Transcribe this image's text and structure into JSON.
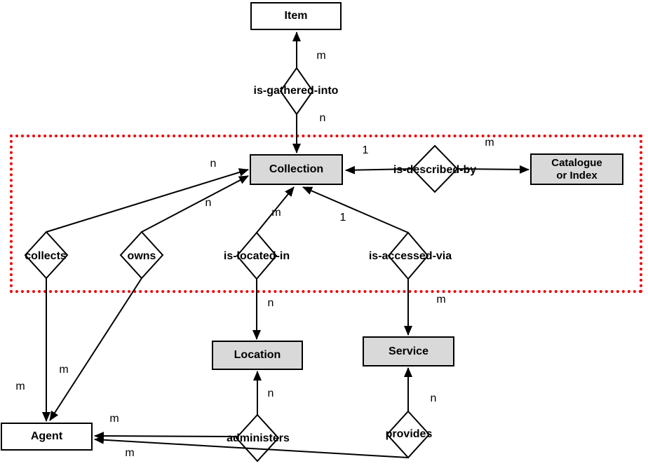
{
  "title": "Collection entity-relationship diagram",
  "colors": {
    "entity_shaded_fill": "#d9d9d9",
    "entity_plain_fill": "#ffffff",
    "line_color": "#000000",
    "scope_highlight": "#ee0000"
  },
  "entities": {
    "item": "Item",
    "collection": "Collection",
    "catalogue": "Catalogue\nor Index",
    "location": "Location",
    "service": "Service",
    "agent": "Agent"
  },
  "relationships": {
    "is_gathered_into": "is-gathered-into",
    "is_described_by": "is-described-by",
    "collects": "collects",
    "owns": "owns",
    "is_located_in": "is-located-in",
    "is_accessed_via": "is-accessed-via",
    "administers": "administers",
    "provides": "provides"
  },
  "cardinalities": {
    "item_gathered_m": "m",
    "gathered_collection_n": "n",
    "collects_collection_n": "n",
    "owns_collection_n": "n",
    "collection_described_1": "1",
    "described_catalogue_m": "m",
    "located_collection_m": "m",
    "accessed_collection_1": "1",
    "located_location_n": "n",
    "accessed_service_m": "m",
    "administers_location_n": "n",
    "provides_service_n": "n",
    "collects_agent_m": "m",
    "owns_agent_m": "m",
    "administers_agent_m": "m",
    "provides_agent_m": "m"
  }
}
